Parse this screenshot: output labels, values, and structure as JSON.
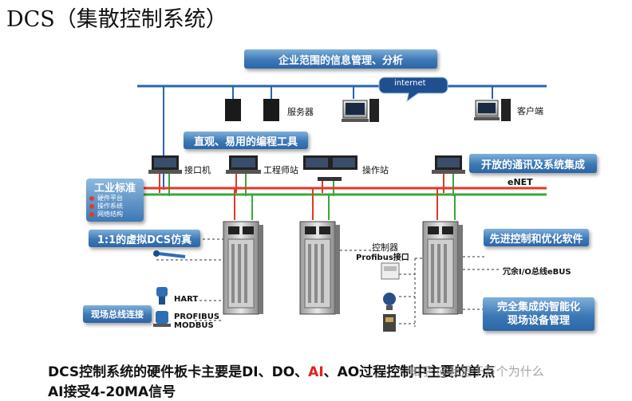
{
  "title": "DCS（集散控制系统）",
  "banners": {
    "enterprise": "企业范围的信息管理、分析",
    "programming_tools": "直观、易用的编程工具",
    "integration": "开放的通讯及系统集成",
    "virtual_dcs": "1:1的虚拟DCS仿真",
    "advanced_control": "先进控制和优化软件",
    "fieldbus": "现场总线连接",
    "field_device_line1": "完全集成的智能化",
    "field_device_line2": "现场设备管理"
  },
  "network": {
    "internet": "internet",
    "enet": "eNET",
    "ebus": "冗余I/O总线eBUS"
  },
  "nodes": {
    "server": "服务器",
    "client": "客户端",
    "interface": "接口机",
    "engineer": "工程师站",
    "operator": "操作站",
    "controller": "控制器",
    "profibus_port": "Profibus接口"
  },
  "industry": {
    "heading": "工业标准",
    "items": [
      "硬件平台",
      "操作系统",
      "网络结构"
    ]
  },
  "field": {
    "hart": "HART",
    "profibus": "PROFIBUS",
    "modbus": "MODBUS"
  },
  "caption": {
    "part1": "DCS控制系统的硬件板卡主要是DI、DO、",
    "part2": "AI",
    "part3": "、AO过程控制中主要的单点",
    "line2": "AI接受4-20MA信号"
  },
  "watermark": "知乎 @我是于万个为什么",
  "colors": {
    "banner": "#3d78b6",
    "top_bus": "#2a63b0",
    "red_bus": "#e03a2a",
    "green_bus": "#3aa83a",
    "highlight": "#e02020"
  }
}
